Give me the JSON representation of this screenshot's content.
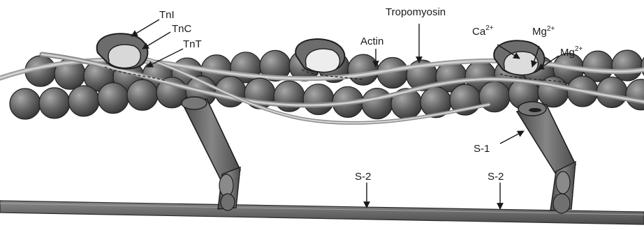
{
  "figure": {
    "labels": {
      "tni": "TnI",
      "tnc": "TnC",
      "tnt": "TnT",
      "tropomyosin": "Tropomyosin",
      "actin": "Actin",
      "ca_base": "Ca",
      "ca_charge": "2+",
      "mg1_base": "Mg",
      "mg1_charge": "2+",
      "mg2_base": "Mg",
      "mg2_charge": "2+",
      "s1": "S-1",
      "s2_left": "S-2",
      "s2_right": "S-2"
    },
    "colors": {
      "actin_bead": "#5f5f5f",
      "actin_bead_light": "#9a9a9a",
      "strand": "#b0b0b0",
      "myosin": "#6a6a6a",
      "troponin_c": "#d8d8d8",
      "outline": "#1e1e1e"
    }
  }
}
